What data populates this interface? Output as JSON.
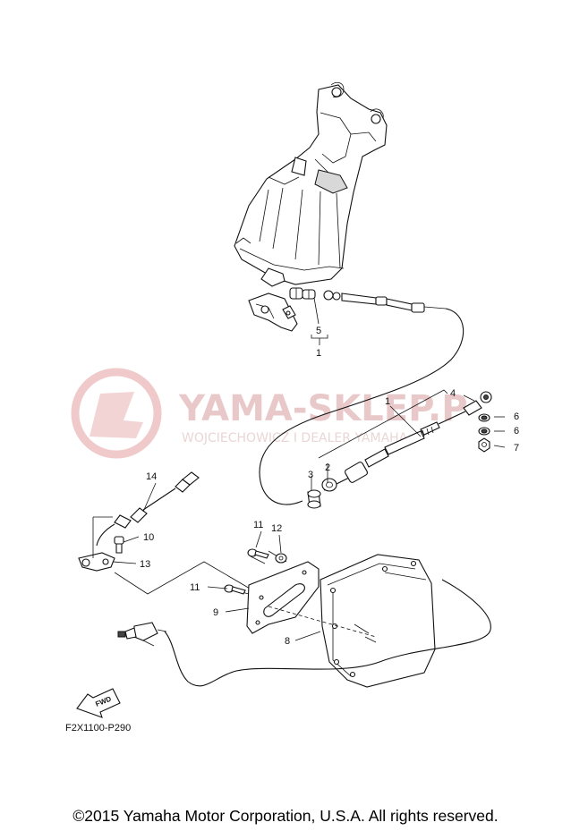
{
  "watermark": {
    "title": "YAMA-SKLEP.P",
    "subtitle": "WOJCIECHOWICZ I DEALER YAMAHA"
  },
  "diagram_code": "F2X1100-P290",
  "fwd_arrow_label": "FWD",
  "copyright": "©2015 Yamaha Motor Corporation, U.S.A. All rights reserved.",
  "callouts": {
    "c1a": "1",
    "c5": "5",
    "c1b": "1",
    "c4": "4",
    "c6a": "6",
    "c6b": "6",
    "c7": "7",
    "c2": "2",
    "c3": "3",
    "c14": "14",
    "c10": "10",
    "c13": "13",
    "c11a": "11",
    "c12": "12",
    "c11b": "11",
    "c9": "9",
    "c8": "8"
  }
}
